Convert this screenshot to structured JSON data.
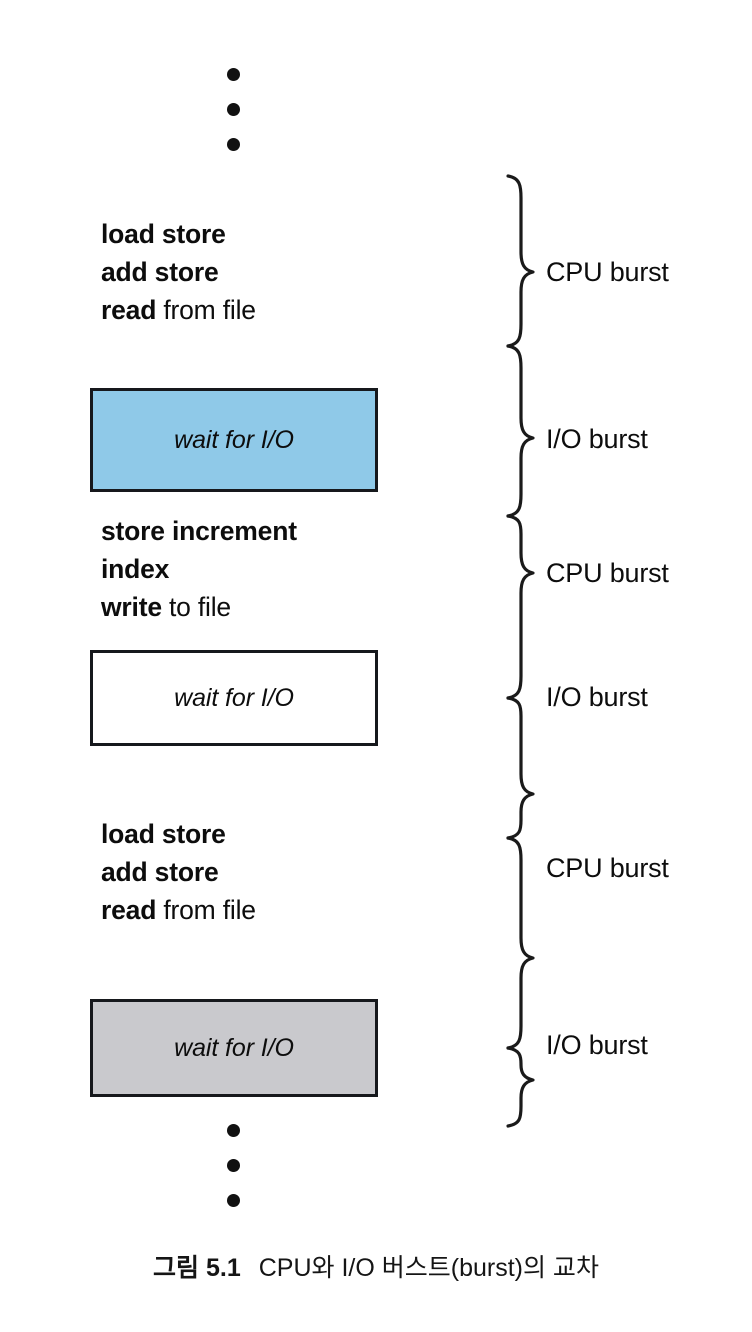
{
  "figure": {
    "background_color": "#ffffff",
    "ink_color": "#0d0d0d",
    "ellipsis_top": {
      "name": "vertical-ellipsis",
      "dot_count": 3
    },
    "ellipsis_bottom": {
      "name": "vertical-ellipsis",
      "dot_count": 3
    },
    "code_blocks": [
      {
        "id": "cpu-code-1",
        "lines": [
          {
            "bold": "load store",
            "plain": ""
          },
          {
            "bold": "add store",
            "plain": ""
          },
          {
            "bold": "read",
            "plain": " from file"
          }
        ]
      },
      {
        "id": "cpu-code-2",
        "lines": [
          {
            "bold": "store increment",
            "plain": ""
          },
          {
            "bold": "index",
            "plain": ""
          },
          {
            "bold": "write",
            "plain": " to file"
          }
        ]
      },
      {
        "id": "cpu-code-3",
        "lines": [
          {
            "bold": "load store",
            "plain": ""
          },
          {
            "bold": "add store",
            "plain": ""
          },
          {
            "bold": "read",
            "plain": " from file"
          }
        ]
      }
    ],
    "io_boxes": [
      {
        "id": "io-box-1",
        "label": "wait for I/O",
        "fill": "#8fc9e8",
        "border": "#16181c"
      },
      {
        "id": "io-box-2",
        "label": "wait for I/O",
        "fill": "#ffffff",
        "border": "#16181c"
      },
      {
        "id": "io-box-3",
        "label": "wait for I/O",
        "fill": "#c9c9cd",
        "border": "#16181c"
      }
    ],
    "brace_labels": [
      {
        "id": "burst-1",
        "text": "CPU burst"
      },
      {
        "id": "burst-2",
        "text": "I/O burst"
      },
      {
        "id": "burst-3",
        "text": "CPU burst"
      },
      {
        "id": "burst-4",
        "text": "I/O burst"
      },
      {
        "id": "burst-5",
        "text": "CPU burst"
      },
      {
        "id": "burst-6",
        "text": "I/O burst"
      }
    ],
    "caption": {
      "number": "그림 5.1",
      "text": "CPU와 I/O 버스트(burst)의 교차"
    }
  }
}
